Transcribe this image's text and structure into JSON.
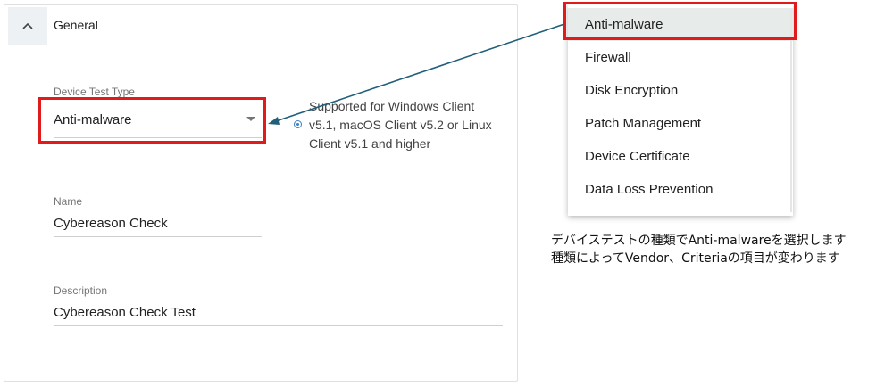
{
  "section": {
    "title": "General"
  },
  "device_test_type": {
    "label": "Device Test Type",
    "value": "Anti-malware"
  },
  "info": {
    "text": "Supported for Windows Client v5.1, macOS Client v5.2 or Linux Client v5.1 and higher"
  },
  "name_field": {
    "label": "Name",
    "value": "Cybereason Check"
  },
  "description_field": {
    "label": "Description",
    "value": "Cybereason Check Test"
  },
  "dropdown": {
    "selected": "Anti-malware",
    "items": [
      {
        "label": "Anti-malware"
      },
      {
        "label": "Firewall"
      },
      {
        "label": "Disk Encryption"
      },
      {
        "label": "Patch Management"
      },
      {
        "label": "Device Certificate"
      },
      {
        "label": "Data Loss Prevention"
      }
    ]
  },
  "annotation": {
    "line1": "デバイステストの種類でAnti-malwareを選択します",
    "line2": "種類によってVendor、Criteriaの項目が変わります"
  },
  "colors": {
    "highlight_border": "#e01b1b",
    "arrow": "#1f5f7a",
    "info_icon": "#3b7fc4",
    "selected_item_bg": "#e7eceb"
  },
  "icons": {
    "collapse": "chevron-up-icon",
    "dropdown": "caret-down-icon",
    "info": "info-icon"
  }
}
